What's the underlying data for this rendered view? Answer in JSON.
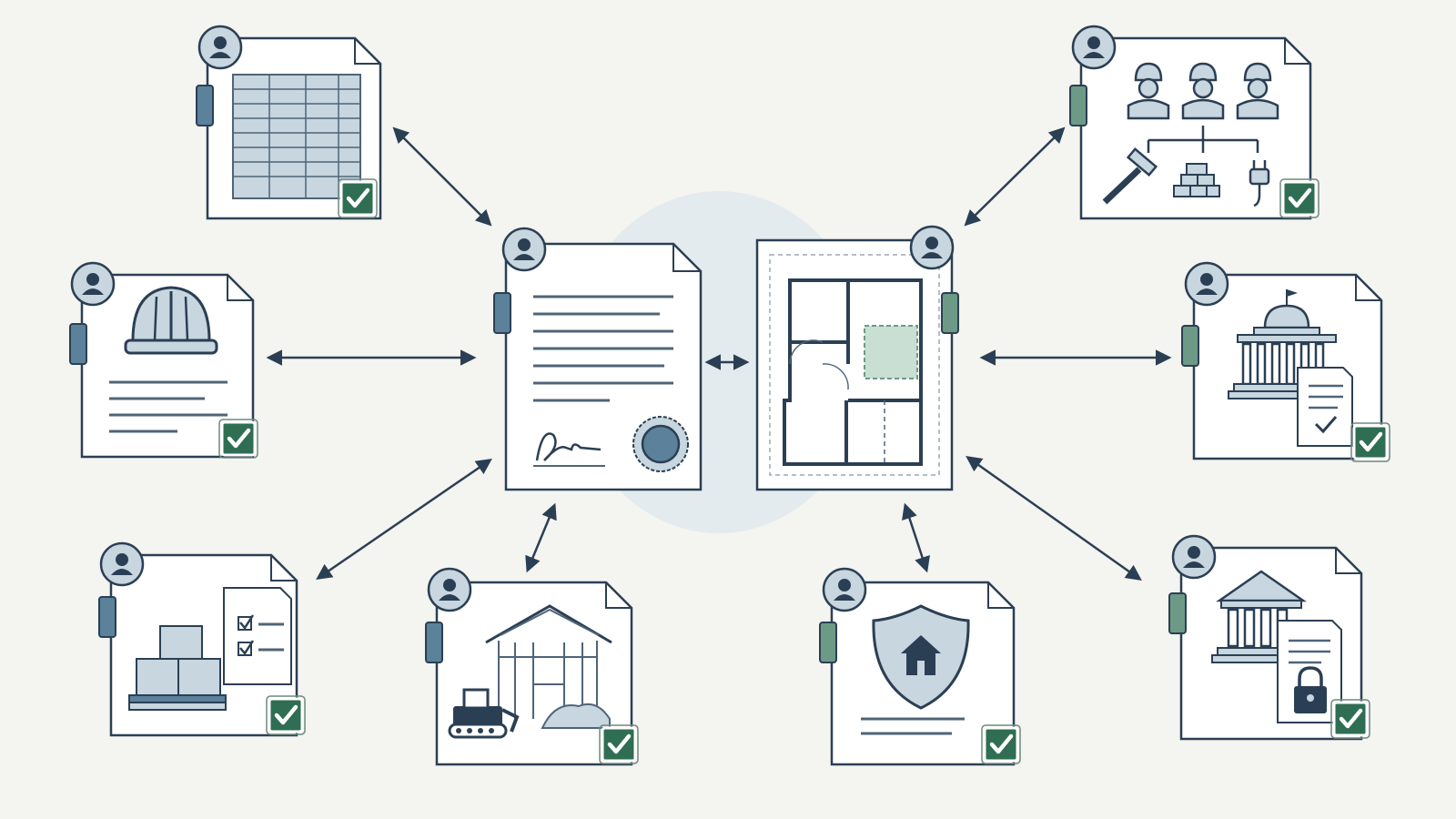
{
  "colors": {
    "background": "#f4f4f0",
    "ink": "#2b3f54",
    "line": "#4f6478",
    "paper": "#ffffff",
    "blue_fill": "#c7d6df",
    "blue_mid": "#5b819b",
    "green_tab": "#6d9a86",
    "green_check": "#2f6e52",
    "halo": "#e4ebee"
  },
  "documents": [
    {
      "id": "spreadsheet",
      "icon": "spreadsheet-icon",
      "tab": "blue",
      "check": true
    },
    {
      "id": "safety-plan",
      "icon": "hard-hat-icon",
      "tab": "blue",
      "check": true
    },
    {
      "id": "materials",
      "icon": "pallet-boxes-icon",
      "tab": "blue",
      "check": true
    },
    {
      "id": "site-work",
      "icon": "bulldozer-frame-icon",
      "tab": "blue",
      "check": true
    },
    {
      "id": "contract",
      "icon": "signed-contract-icon",
      "tab": "blue",
      "check": false
    },
    {
      "id": "floor-plan",
      "icon": "floor-plan-icon",
      "tab": "green",
      "check": false
    },
    {
      "id": "crew-trades",
      "icon": "workers-icon",
      "tab": "green",
      "check": true
    },
    {
      "id": "government-approval",
      "icon": "government-building-icon",
      "tab": "green",
      "check": true
    },
    {
      "id": "insurance",
      "icon": "shield-house-icon",
      "tab": "green",
      "check": true
    },
    {
      "id": "bank-security",
      "icon": "bank-lock-icon",
      "tab": "green",
      "check": true
    }
  ]
}
